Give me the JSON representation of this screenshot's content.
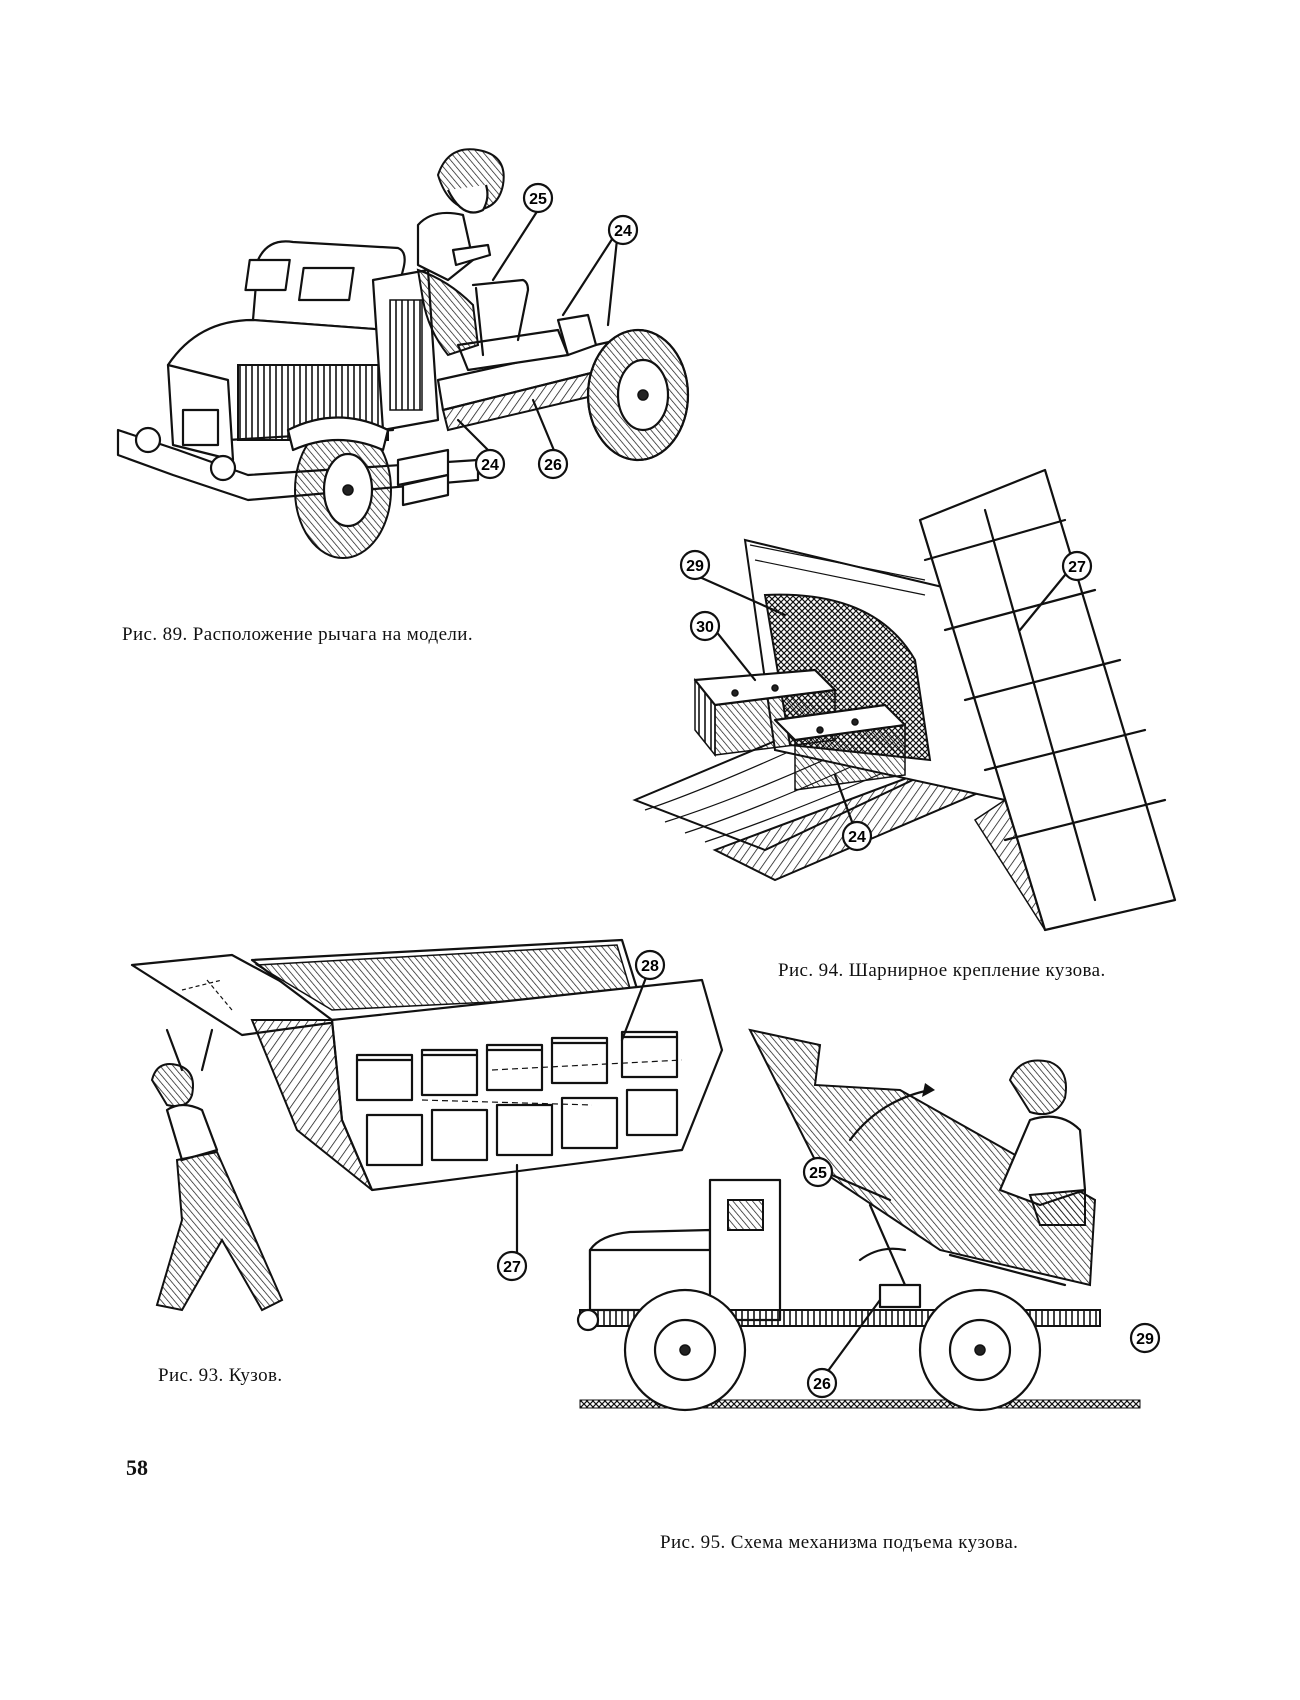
{
  "page_number": "58",
  "figures": [
    {
      "id": "fig89",
      "caption": "Рис. 89. Расположение рычага на модели.",
      "callouts": [
        "25",
        "24",
        "24",
        "26"
      ]
    },
    {
      "id": "fig94",
      "caption": "Рис. 94. Шарнирное крепление кузова.",
      "callouts": [
        "29",
        "30",
        "27",
        "24"
      ]
    },
    {
      "id": "fig93",
      "caption": "Рис. 93. Кузов.",
      "callouts": [
        "28",
        "27"
      ]
    },
    {
      "id": "fig95",
      "caption": "Рис. 95. Схема механизма подъема кузова.",
      "callouts": [
        "25",
        "26",
        "29"
      ]
    }
  ]
}
